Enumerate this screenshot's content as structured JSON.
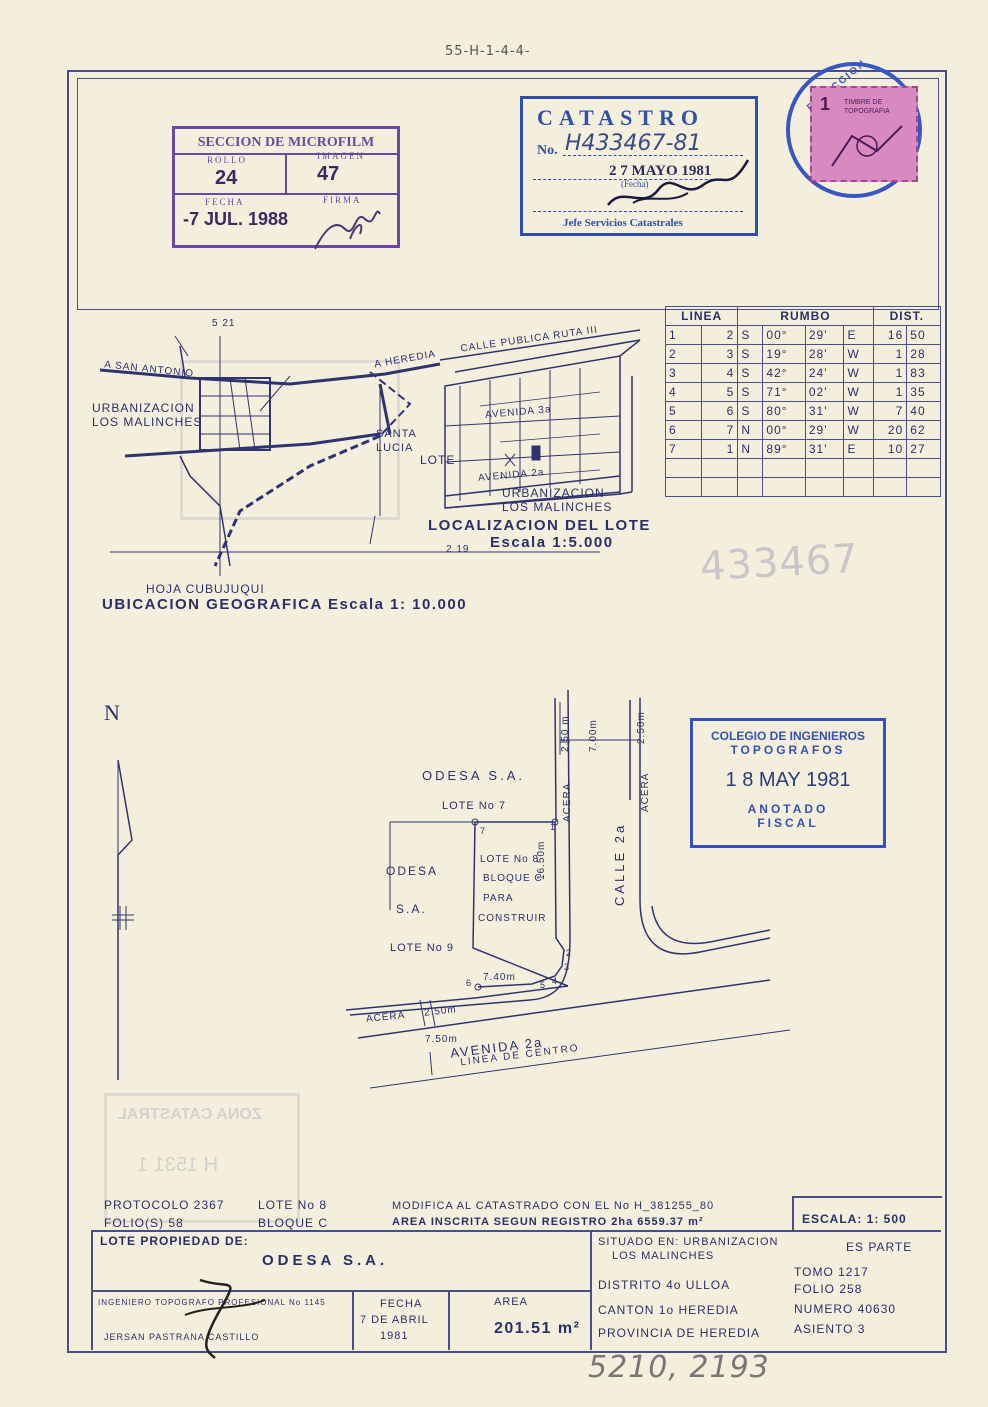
{
  "top_code": "55-H-1-4-4-",
  "microfilm_stamp": {
    "title": "SECCION DE MICROFILM",
    "rollo_label": "ROLLO",
    "rollo_value": "24",
    "imagen_label": "IMAGEN",
    "imagen_value": "47",
    "fecha_label": "FECHA",
    "fecha_value": "-7 JUL. 1988",
    "firma_label": "FIRMA"
  },
  "catastro_stamp": {
    "title": "CATASTRO",
    "no_label": "No.",
    "no_value": "H433467-81",
    "date_value": "2 7 MAYO 1981",
    "date_label": "(Fecha)",
    "jefe_label": "Jefe Servicios Catastrales"
  },
  "round_stamp": {
    "text": "DIRECCION",
    "tax_value": "1",
    "tax_label": "TIMBRE DE TOPOGRAFIA"
  },
  "location_map": {
    "s21": "5 21",
    "s19": "2 19",
    "a_san_antonio": "A SAN ANTONIO",
    "a_heredia": "A HEREDIA",
    "urbanizacion_left": "URBANIZACION",
    "los_malinches_left": "LOS MALINCHES",
    "santa_lucia_1": "SANTA",
    "santa_lucia_2": "LUCIA",
    "hoja": "HOJA CUBUJUQUI",
    "ubicacion": "UBICACION GEOGRAFICA Escala 1: 10.000",
    "calle_publica": "CALLE PUBLICA RUTA III",
    "avenida_3": "AVENIDA 3a",
    "avenida_2": "AVENIDA 2a",
    "lote": "LOTE",
    "urbanizacion_right": "URBANIZACION",
    "los_malinches_right": "LOS MALINCHES",
    "localizacion": "LOCALIZACION DEL LOTE",
    "escala_5000": "Escala 1:5.000",
    "handwritten": "433467"
  },
  "bearing_table": {
    "headers": [
      "LINEA",
      "RUMBO",
      "DIST."
    ],
    "rows": [
      [
        "1",
        "2",
        "S",
        "00°",
        "29'",
        "E",
        "16",
        "50"
      ],
      [
        "2",
        "3",
        "S",
        "19°",
        "28'",
        "W",
        "1",
        "28"
      ],
      [
        "3",
        "4",
        "S",
        "42°",
        "24'",
        "W",
        "1",
        "83"
      ],
      [
        "4",
        "5",
        "S",
        "71°",
        "02'",
        "W",
        "1",
        "35"
      ],
      [
        "5",
        "6",
        "S",
        "80°",
        "31'",
        "W",
        "7",
        "40"
      ],
      [
        "6",
        "7",
        "N",
        "00°",
        "29'",
        "W",
        "20",
        "62"
      ],
      [
        "7",
        "1",
        "N",
        "89°",
        "31'",
        "E",
        "10",
        "27"
      ]
    ]
  },
  "plan": {
    "north": "N",
    "odesa_top": "ODESA S.A.",
    "lote_7": "LOTE No 7",
    "odesa_left_1": "ODESA",
    "odesa_left_2": "S.A.",
    "lote_9": "LOTE No 9",
    "lote_8_1": "LOTE No 8",
    "lote_8_2": "BLOQUE C",
    "lote_8_3": "PARA",
    "lote_8_4": "CONSTRUIR",
    "dist_1650": "16.50m",
    "dist_740": "7.40m",
    "dist_250_left": "2.50 m",
    "dist_700": "7.00m",
    "dist_250_right": "2.50m",
    "dist_250_bottom": "2.50m",
    "dist_750": "7.50m",
    "acera": "ACERA",
    "calle_2": "CALLE 2a",
    "avenida_2": "AVENIDA 2a",
    "linea_centro": "LINEA DE CENTRO",
    "v1": "1",
    "v2": "2",
    "v3": "3",
    "v4": "4",
    "v5": "5",
    "v6": "6",
    "v7": "7"
  },
  "colegio_stamp": {
    "line1": "COLEGIO DE INGENIEROS",
    "line2": "TOPOGRAFOS",
    "date": "1 8 MAY 1981",
    "line3": "ANOTADO",
    "line4": "FISCAL"
  },
  "zona_stamp": {
    "title": "ZONA CATASTRAL",
    "value": "H 1531 1"
  },
  "footer": {
    "protocolo": "PROTOCOLO 2367",
    "folio": "FOLIO(S) 58",
    "lote_no": "LOTE No 8",
    "bloque": "BLOQUE C",
    "modifica": "MODIFICA AL CATASTRADO CON EL No H_381255_80",
    "area_inscrita": "AREA INSCRITA SEGUN REGISTRO 2ha 6559.37 m²",
    "escala": "ESCALA: 1: 500",
    "lote_propiedad_label": "LOTE PROPIEDAD DE:",
    "owner": "ODESA S.A.",
    "situado_en": "SITUADO EN: URBANIZACION",
    "situado_en_2": "LOS MALINCHES",
    "es_parte": "ES PARTE",
    "tomo": "TOMO 1217",
    "folio_reg": "FOLIO 258",
    "numero": "NUMERO 40630",
    "asiento": "ASIENTO 3",
    "distrito": "DISTRITO 4o ULLOA",
    "canton": "CANTON 1o HEREDIA",
    "provincia": "PROVINCIA DE HEREDIA",
    "ingeniero_label": "INGENIERO TOPOGRAFO PROFESIONAL No 1145",
    "ingeniero_name": "JERSAN PASTRANA CASTILLO",
    "fecha_label": "FECHA",
    "fecha_value_1": "7 DE ABRIL",
    "fecha_value_2": "1981",
    "area_label": "AREA",
    "area_value": "201.51 m²",
    "bottom_handwritten": "5210, 2193"
  }
}
